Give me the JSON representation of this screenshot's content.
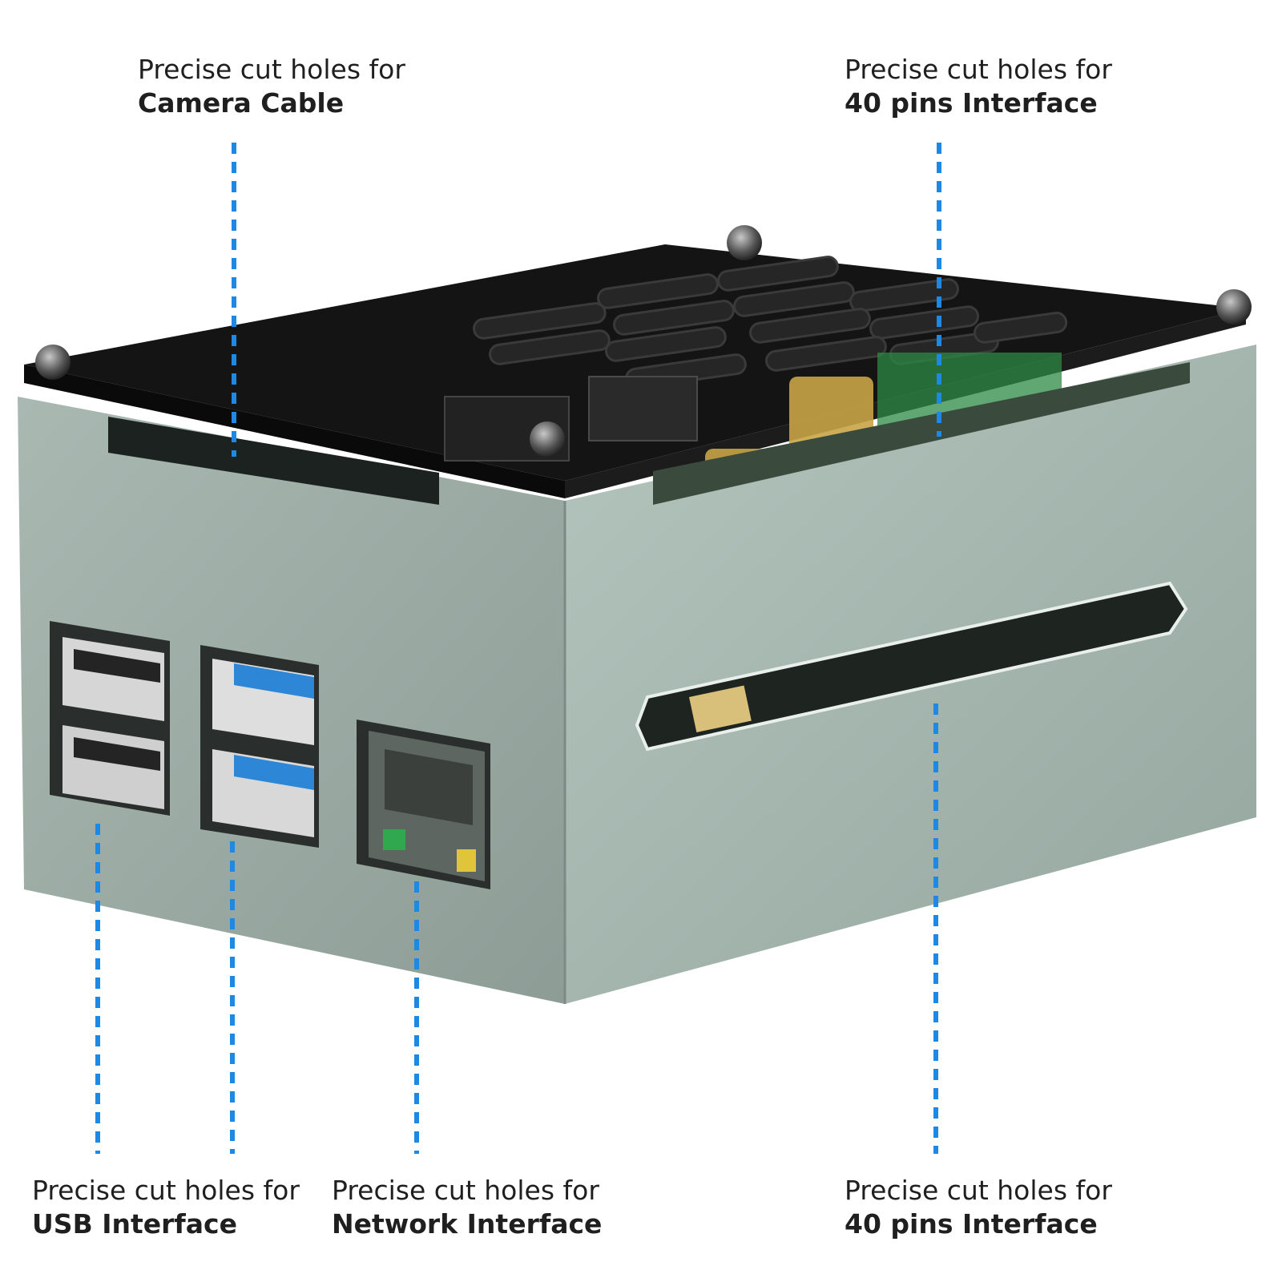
{
  "callouts": {
    "camera": {
      "lead": "Precise cut holes for",
      "strong": "Camera Cable"
    },
    "pins_top": {
      "lead": "Precise cut holes for",
      "strong": "40 pins Interface"
    },
    "usb": {
      "lead": "Precise cut holes for",
      "strong": "USB Interface"
    },
    "network": {
      "lead": "Precise cut holes for",
      "strong": "Network Interface"
    },
    "pins_bot": {
      "lead": "Precise cut holes for",
      "strong": "40 pins Interface"
    }
  },
  "colors": {
    "leader_line": "#1e88e5",
    "case_metal": "#9fb0a9",
    "acrylic_top": "#121212",
    "usb3_blue": "#2d86d6",
    "background": "#ffffff"
  }
}
